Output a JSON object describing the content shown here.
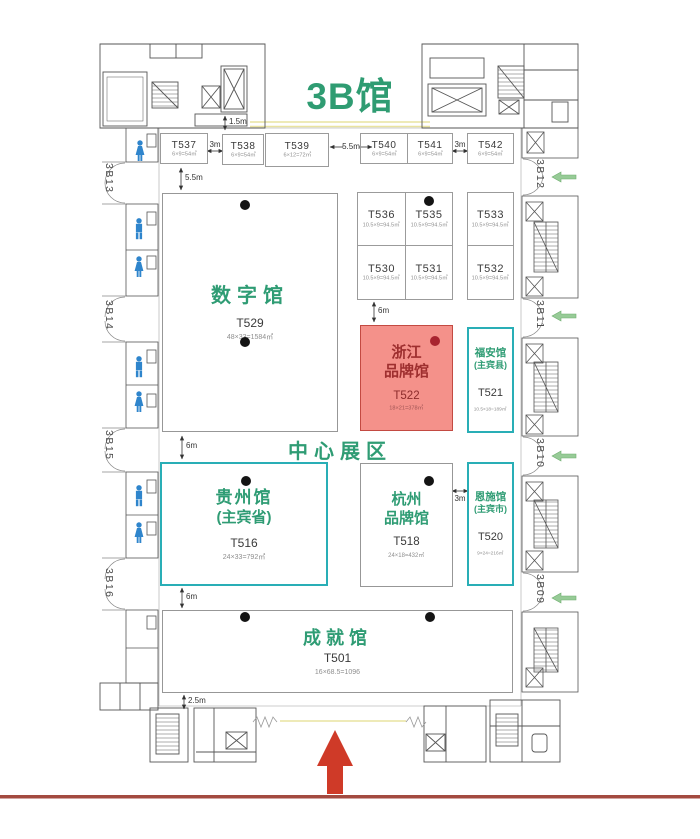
{
  "title": "3B馆",
  "center_zone": "中心展区",
  "sides": {
    "left": [
      "3B13",
      "3B14",
      "3B15",
      "3B16"
    ],
    "right": [
      "3B12",
      "3B11",
      "3B10",
      "3B09"
    ]
  },
  "booths_top": [
    {
      "id": "T537",
      "area": "6×9=54㎡"
    },
    {
      "id": "T538",
      "area": "6×9=54㎡"
    },
    {
      "id": "T539",
      "area": "6×12=72㎡"
    },
    {
      "id": "T540",
      "area": "6×9=54㎡"
    },
    {
      "id": "T541",
      "area": "6×9=54㎡"
    },
    {
      "id": "T542",
      "area": "6×9=54㎡"
    }
  ],
  "booths_mid": [
    {
      "id": "T536",
      "area": "10.5×9=94.5㎡"
    },
    {
      "id": "T535",
      "area": "10.5×9=94.5㎡"
    },
    {
      "id": "T533",
      "area": "10.5×9=94.5㎡"
    },
    {
      "id": "T530",
      "area": "10.5×9=94.5㎡"
    },
    {
      "id": "T531",
      "area": "10.5×9=94.5㎡"
    },
    {
      "id": "T532",
      "area": "10.5×9=94.5㎡"
    }
  ],
  "halls": {
    "digital": {
      "name": "数字馆",
      "id": "T529",
      "area": "48×33=1584㎡"
    },
    "zhejiang": {
      "name": "浙江",
      "name2": "品牌馆",
      "id": "T522",
      "area": "18×21=378㎡"
    },
    "fuan": {
      "name": "福安馆",
      "name2": "(主宾县)",
      "id": "T521",
      "area": "10.5×18=189㎡"
    },
    "guizhou": {
      "name": "贵州馆",
      "name2": "(主宾省)",
      "id": "T516",
      "area": "24×33=792㎡"
    },
    "hangzhou": {
      "name": "杭州",
      "name2": "品牌馆",
      "id": "T518",
      "area": "24×18=432㎡"
    },
    "enshi": {
      "name": "恩施馆",
      "name2": "(主宾市)",
      "id": "T520",
      "area": "9×24=216㎡"
    },
    "achievement": {
      "name": "成就馆",
      "id": "T501",
      "area": "16×68.5=1096"
    }
  },
  "dims": [
    "1.5m",
    "3m",
    "5.5m",
    "3m",
    "5.5m",
    "6m",
    "6m",
    "3m",
    "6m",
    "2.5m"
  ],
  "icons": {
    "restroom_male": "male-figure",
    "restroom_female": "female-figure",
    "hall_entrance": "left-arrow",
    "main_entrance": "up-arrow",
    "column_marker": "filled-dot"
  },
  "colors": {
    "green_text": "#2f9c74",
    "teal_border": "#29aeb6",
    "red_fill": "#f4918a",
    "red_border": "#c34a42",
    "red_text": "#9e2f2f",
    "entrance_arrow_red": "#cf3a28",
    "bottom_line_maroon": "#a34a40",
    "green_arrow": "#97cb97",
    "restroom_blue": "#2f85cc",
    "wall_gray": "#555555"
  }
}
